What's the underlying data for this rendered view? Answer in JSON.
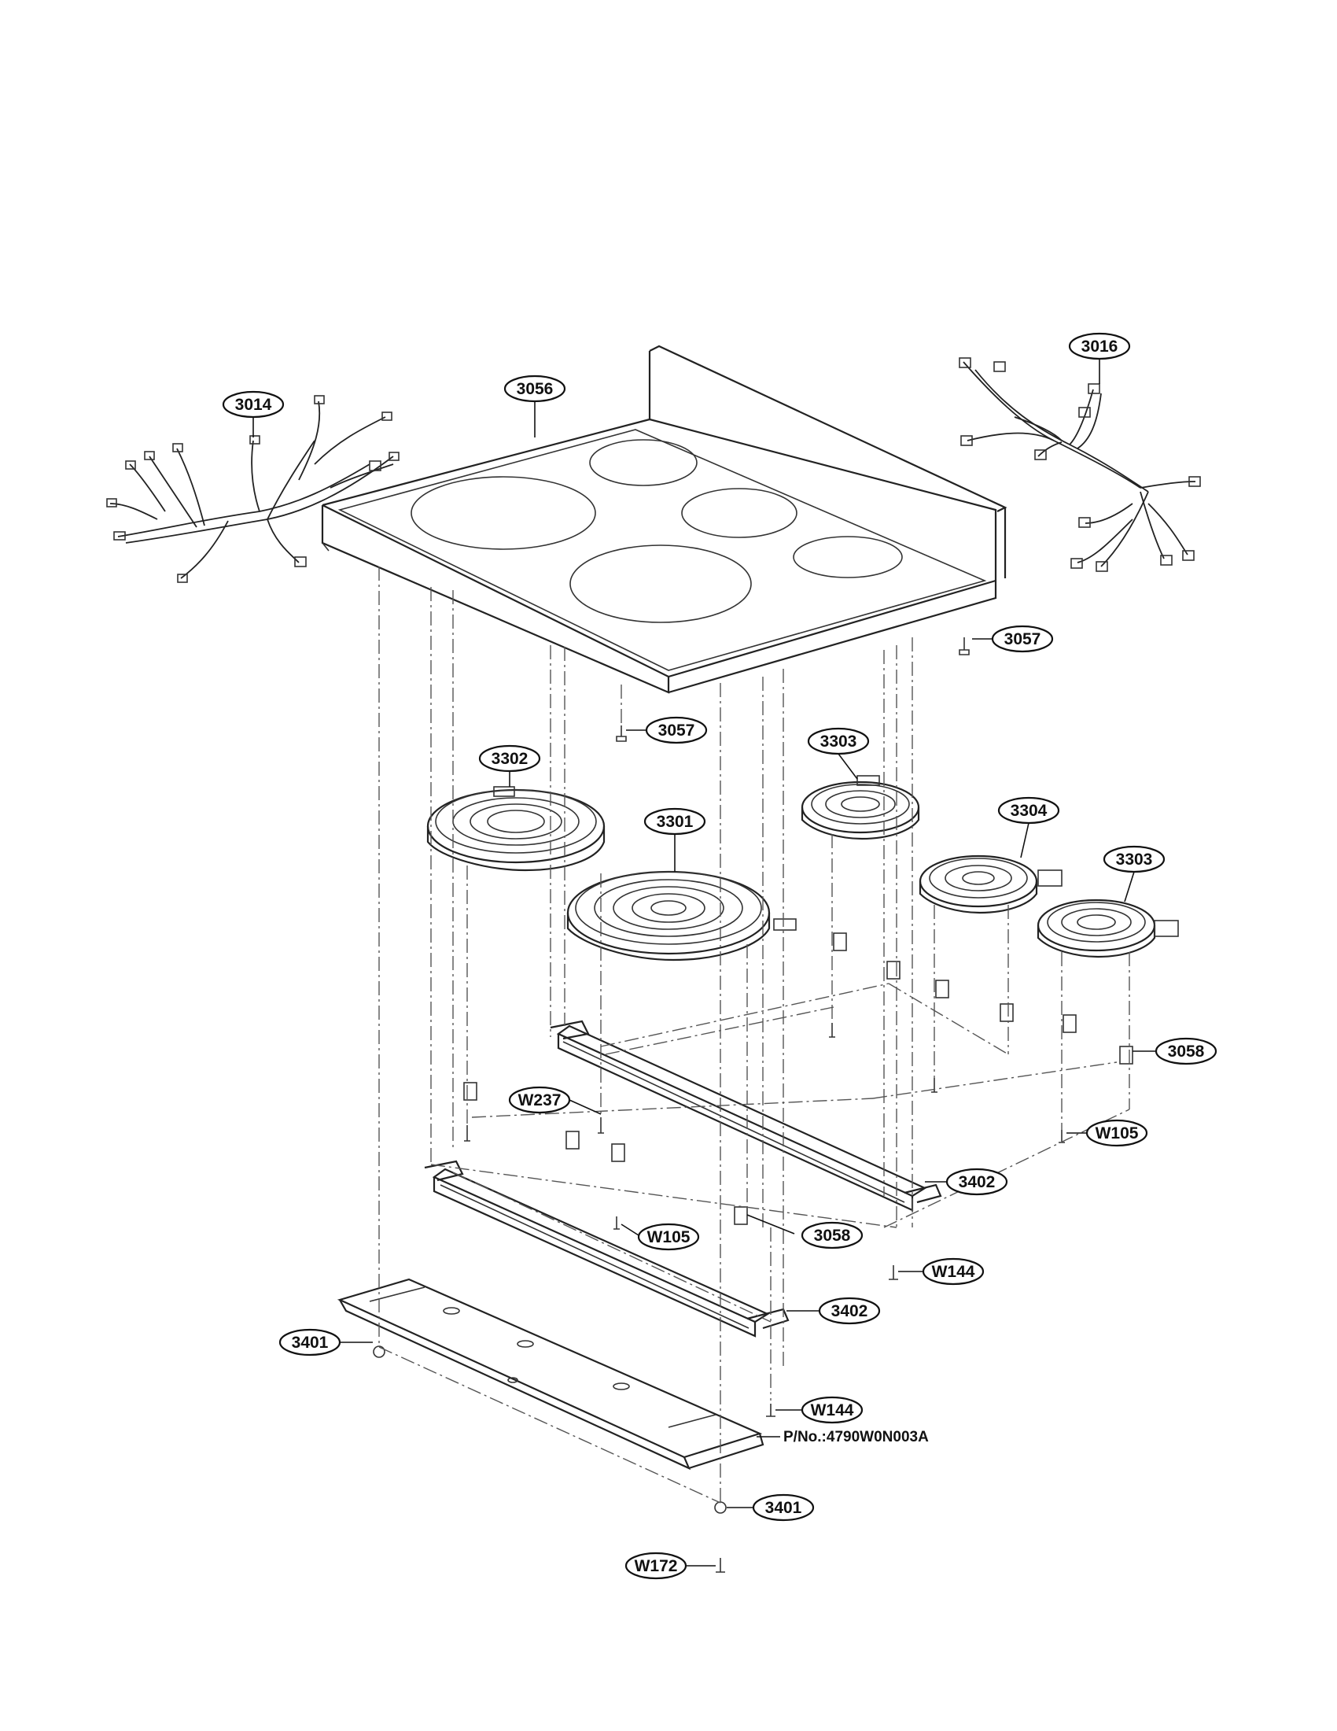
{
  "callouts": {
    "c3014": "3014",
    "c3016": "3016",
    "c3056": "3056",
    "c3057a": "3057",
    "c3057b": "3057",
    "c3302": "3302",
    "c3303a": "3303",
    "c3301": "3301",
    "c3304": "3304",
    "c3303b": "3303",
    "c3058a": "3058",
    "cW237": "W237",
    "cW105a": "W105",
    "c3402a": "3402",
    "cW105b": "W105",
    "c3058b": "3058",
    "cW144a": "W144",
    "c3402b": "3402",
    "c3401a": "3401",
    "cW144b": "W144",
    "c3401b": "3401",
    "cW172": "W172"
  },
  "part_number_label": "P/No.:4790W0N003A"
}
